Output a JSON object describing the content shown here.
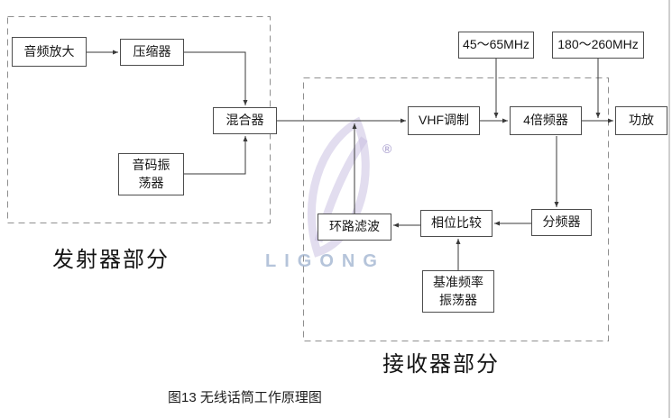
{
  "caption": "图13 无线话筒工作原理图",
  "transmitter": {
    "section_label": "发射器部分",
    "nodes": {
      "audio_amp": "音频放大",
      "compressor": "压缩器",
      "mixer": "混合器",
      "tone_osc": {
        "line1": "音码振",
        "line2": "荡器"
      }
    }
  },
  "receiver": {
    "section_label": "接收器部分",
    "freq_annotations": {
      "vhf_range": "45～65MHz",
      "output_range": "180～260MHz"
    },
    "nodes": {
      "vhf_mod": "VHF调制",
      "freq_multiplier": "4倍频器",
      "power_amp": "功放",
      "freq_divider": "分频器",
      "phase_comparator": "相位比较",
      "loop_filter": "环路滤波",
      "ref_osc": {
        "line1": "基准频率",
        "line2": "振荡器"
      }
    }
  },
  "watermark": {
    "text": "LIGONG",
    "registered_symbol": "®"
  }
}
